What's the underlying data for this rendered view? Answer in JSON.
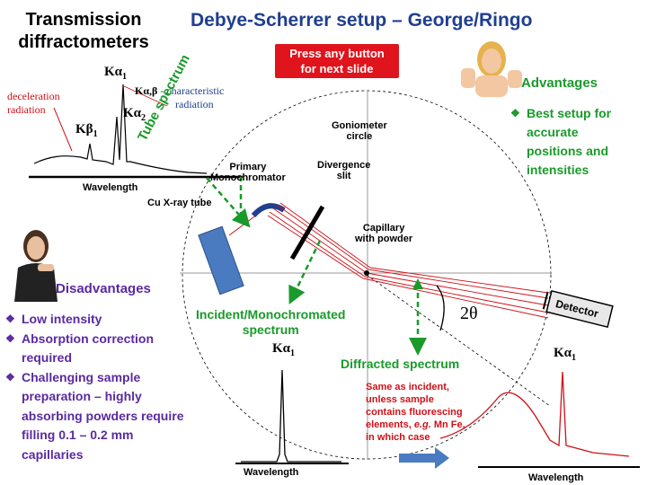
{
  "title_left": [
    "Transmission",
    "diffractometers"
  ],
  "title_main": "Debye-Scherrer setup – George/Ringo",
  "press_button": [
    "Press any button",
    "for next slide"
  ],
  "spectrum_top": {
    "k_alpha1": "Kα",
    "k_alpha1_sub": "1",
    "k_alpha2": "Kα",
    "k_alpha2_sub": "2",
    "k_beta1": "Kβ",
    "k_beta1_sub": "1",
    "deceleration": [
      "deceleration",
      "radiation"
    ],
    "characteristic_prefix": "Kα,β",
    "characteristic_text": [
      " - characteristic",
      "radiation"
    ],
    "wavelength": "Wavelength"
  },
  "tube_spectrum": "Tube spectrum",
  "labels": {
    "cu_tube": "Cu X-ray tube",
    "primary_mono": [
      "Primary",
      "Monochromator"
    ],
    "goniometer": [
      "Goniometer",
      "circle"
    ],
    "divergence": [
      "Divergence",
      "slit"
    ],
    "capillary": [
      "Capillary",
      "with powder"
    ],
    "detector": "Detector",
    "two_theta": "2θ"
  },
  "incident": [
    "Incident/Monochromated",
    "spectrum"
  ],
  "diffracted": "Diffracted spectrum",
  "bottom_left": {
    "peak": "Kα",
    "peak_sub": "1",
    "wavelength": "Wavelength"
  },
  "bottom_right": {
    "peak": "Kα",
    "peak_sub": "1",
    "wavelength": "Wavelength"
  },
  "red_note": [
    "Same as incident,",
    "unless sample",
    "contains fluorescing",
    "elements, ",
    "e.g.",
    " Mn Fe,",
    "in which case"
  ],
  "advantages": {
    "title": "Advantages",
    "items": [
      "Best setup for accurate positions and intensities"
    ]
  },
  "disadvantages": {
    "title": "Disadvantages",
    "items": [
      "Low intensity",
      "Absorption correction required",
      "Challenging  sample preparation – highly absorbing powders require filling 0.1 – 0.2 mm capillaries"
    ]
  },
  "colors": {
    "title_blue": "#1f3f8f",
    "green": "#1a9a2a",
    "red": "#e0141c",
    "purple": "#5a2aa0",
    "tube_blue": "#4a7bc0"
  }
}
